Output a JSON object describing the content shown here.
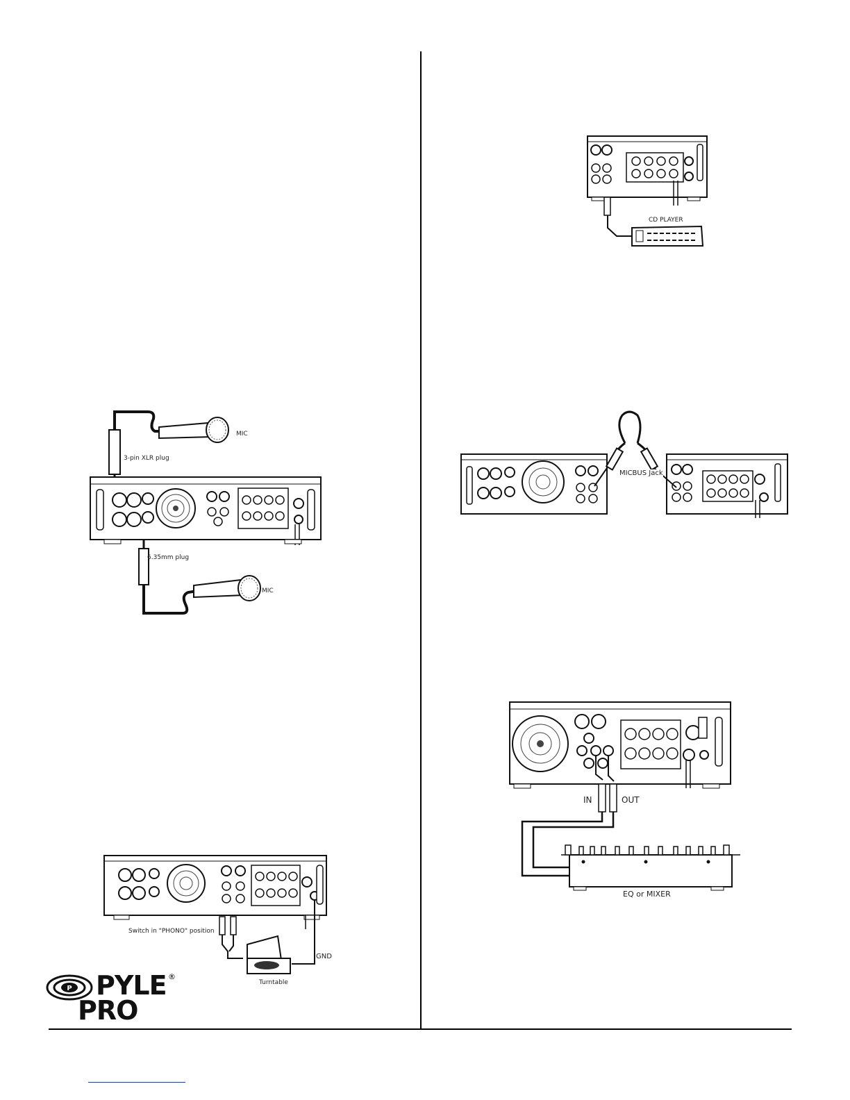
{
  "figures": {
    "mic": {
      "xlr_label": "3-pin XLR plug",
      "mic_top_label": "MIC",
      "jack_label": "6.35mm plug",
      "mic_bottom_label": "MIC"
    },
    "turntable": {
      "switch_label": "Switch in \"PHONO\" position",
      "gnd_label": "GND",
      "device_label": "Turntable"
    },
    "cd": {
      "device_label": "CD PLAYER"
    },
    "micbus": {
      "jack_label": "MICBUS Jack"
    },
    "eq": {
      "in_label": "IN",
      "out_label": "OUT",
      "device_label": "EQ or MIXER"
    }
  },
  "logo": {
    "line1": "PYLE",
    "line2": "PRO",
    "mark": "registered-mark",
    "emblem": "pyle-p-emblem"
  },
  "colors": {
    "ink": "#1a1a1a",
    "rule": "#000000",
    "link": "#1a3fd1"
  }
}
